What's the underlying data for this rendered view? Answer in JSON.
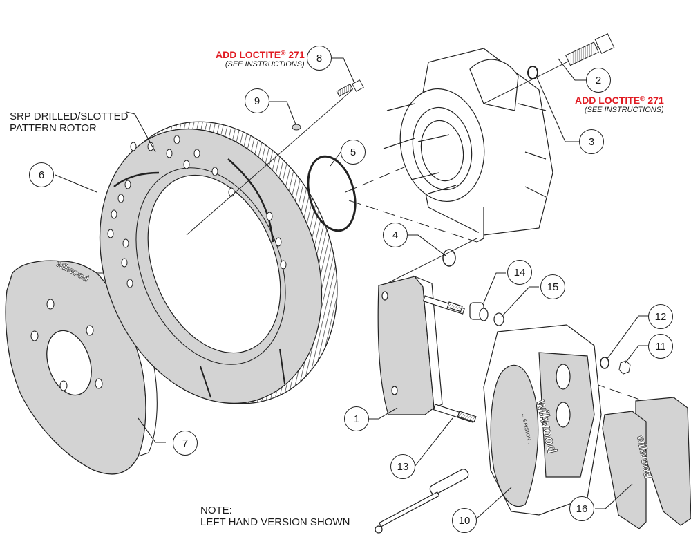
{
  "diagram": {
    "title_rotor": [
      "SRP DRILLED/SLOTTED",
      "PATTERN ROTOR"
    ],
    "note": [
      "NOTE:",
      "LEFT HAND VERSION SHOWN"
    ],
    "loctite_top": {
      "main": "ADD LOCTITE",
      "reg": "®",
      "num": " 271",
      "sub": "(SEE INSTRUCTIONS)"
    },
    "loctite_right": {
      "main": "ADD LOCTITE",
      "reg": "®",
      "num": " 271",
      "sub": "(SEE INSTRUCTIONS)"
    },
    "brand_text": "wilwood",
    "caliper_marking": "← 6 PISTON ←",
    "accent_color": "#e01b22",
    "part_fill_color": "#d3d3d3",
    "callouts": [
      {
        "id": "1",
        "part": "caliper-bracket"
      },
      {
        "id": "2",
        "part": "bracket-bolt"
      },
      {
        "id": "3",
        "part": "bolt-washer"
      },
      {
        "id": "4",
        "part": "bracket-washer"
      },
      {
        "id": "5",
        "part": "o-ring"
      },
      {
        "id": "6",
        "part": "rotor"
      },
      {
        "id": "7",
        "part": "hat"
      },
      {
        "id": "8",
        "part": "rotor-bolt"
      },
      {
        "id": "9",
        "part": "rotor-washer"
      },
      {
        "id": "10",
        "part": "caliper"
      },
      {
        "id": "11",
        "part": "lock-nut"
      },
      {
        "id": "12",
        "part": "flat-washer"
      },
      {
        "id": "13",
        "part": "stud"
      },
      {
        "id": "14",
        "part": "spacer"
      },
      {
        "id": "15",
        "part": "washer"
      },
      {
        "id": "16",
        "part": "brake-pads"
      }
    ]
  }
}
